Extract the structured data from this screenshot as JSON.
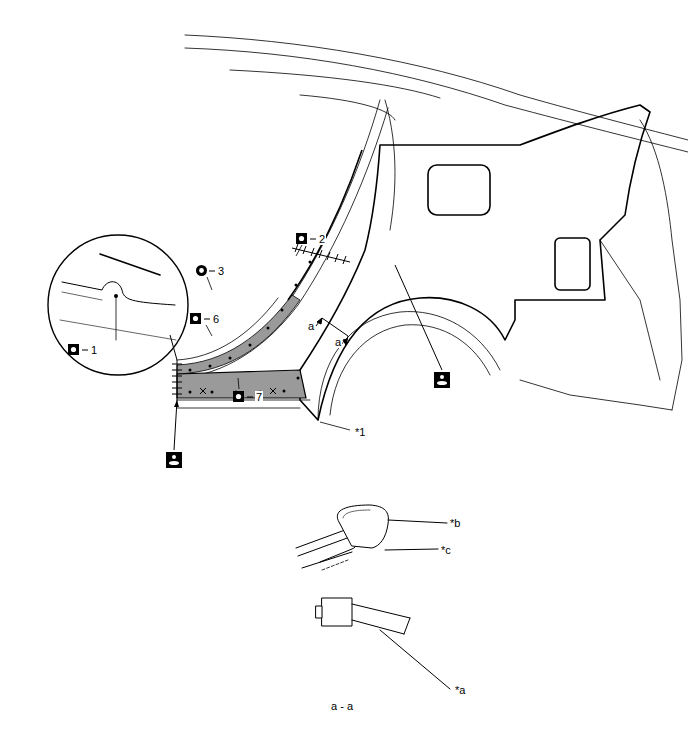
{
  "diagram": {
    "labels": [
      "1",
      "2",
      "3",
      "6",
      "7",
      "a",
      "a",
      "*1",
      "*b",
      "*c",
      "*a",
      "a - a"
    ]
  }
}
